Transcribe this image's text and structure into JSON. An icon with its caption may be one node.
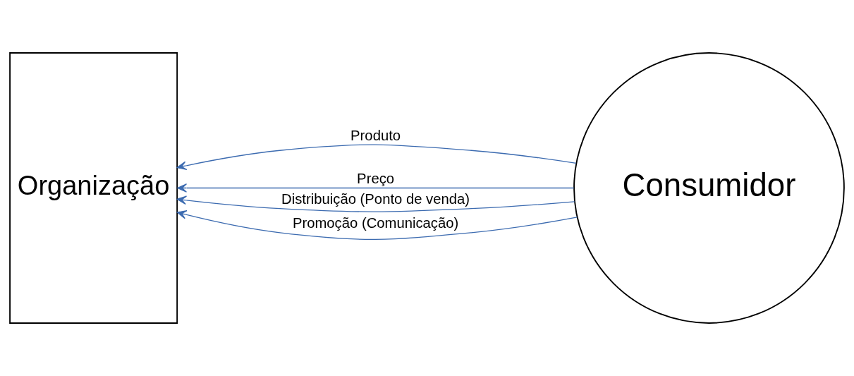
{
  "diagram": {
    "nodes": [
      {
        "text": [
          "Organização"
        ]
      },
      {
        "text": [
          "Consumidor"
        ]
      }
    ],
    "edges": [
      {
        "from": 1,
        "to": 0,
        "arrow": "to",
        "label": "Produto"
      },
      {
        "from": 1,
        "to": 0,
        "arrow": "to",
        "label": "Preço"
      },
      {
        "from": 1,
        "to": 0,
        "arrow": "to",
        "label": "Distribuição (Ponto de venda)"
      },
      {
        "from": 1,
        "to": 0,
        "arrow": "to",
        "label": "Promoção (Comunicação)"
      }
    ]
  }
}
